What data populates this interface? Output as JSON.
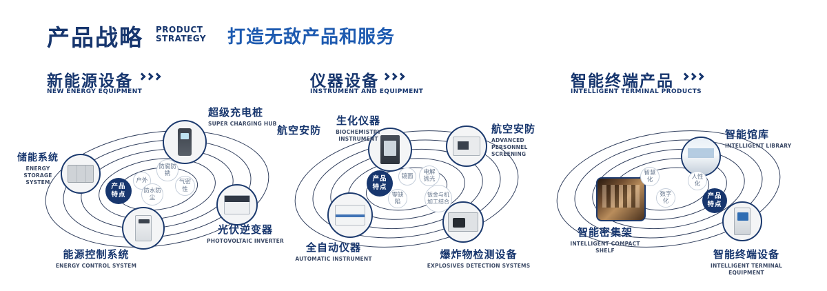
{
  "colors": {
    "navy": "#17366e",
    "blue": "#1d5ab0",
    "bubble_border": "#c6cfdb",
    "bubble_text": "#68788f"
  },
  "header": {
    "title": "产品战略",
    "subtitle": [
      "PRODUCT",
      "STRATEGY"
    ],
    "tagline": "打造无敌产品和服务"
  },
  "sections": [
    {
      "title": "新能源设备",
      "subtitle": "NEW ENERGY EQUIPMENT",
      "badge": {
        "line1": "产品",
        "line2": "特点"
      },
      "features": [
        "户外",
        "防腐防锈",
        "气密性",
        "防水防尘"
      ],
      "products": [
        {
          "name": "超级充电桩",
          "en": "SUPER CHARGING HUB"
        },
        {
          "name": "储能系统",
          "en": "ENERGY STORAGE SYSTEM"
        },
        {
          "name": "光伏逆变器",
          "en": "PHOTOVOLTAIC INVERTER"
        },
        {
          "name": "能源控制系统",
          "en": "ENERGY CONTROL SYSTEM"
        }
      ]
    },
    {
      "title": "仪器设备",
      "subtitle": "INSTRUMENT AND EQUIPMENT",
      "badge": {
        "line1": "产品",
        "line2": "特点"
      },
      "features": [
        "镜面",
        "电解抛光",
        "零缺陷",
        "钣金与机加工结合"
      ],
      "products": [
        {
          "name": "航空安防",
          "en": ""
        },
        {
          "name": "生化仪器",
          "en": "BIOCHEMISTRY INSTRUMENT"
        },
        {
          "name": "航空安防",
          "en": "ADVANCED PERSONNEL SCREENING"
        },
        {
          "name": "全自动仪器",
          "en": "AUTOMATIC INSTRUMENT"
        },
        {
          "name": "爆炸物检测设备",
          "en": "EXPLOSIVES DETECTION SYSTEMS"
        }
      ]
    },
    {
      "title": "智能终端产品",
      "subtitle": "INTELLIGENT TERMINAL PRODUCTS",
      "badge": {
        "line1": "产品",
        "line2": "特点"
      },
      "features": [
        "智慧化",
        "人性化",
        "数字化"
      ],
      "products": [
        {
          "name": "智能馆库",
          "en": "INTELLIGENT LIBRARY"
        },
        {
          "name": "智能密集架",
          "en": "INTELLIGENT COMPACT SHELF"
        },
        {
          "name": "智能终端设备",
          "en": "INTELLIGENT TERMINAL EQUIPMENT"
        }
      ]
    }
  ]
}
